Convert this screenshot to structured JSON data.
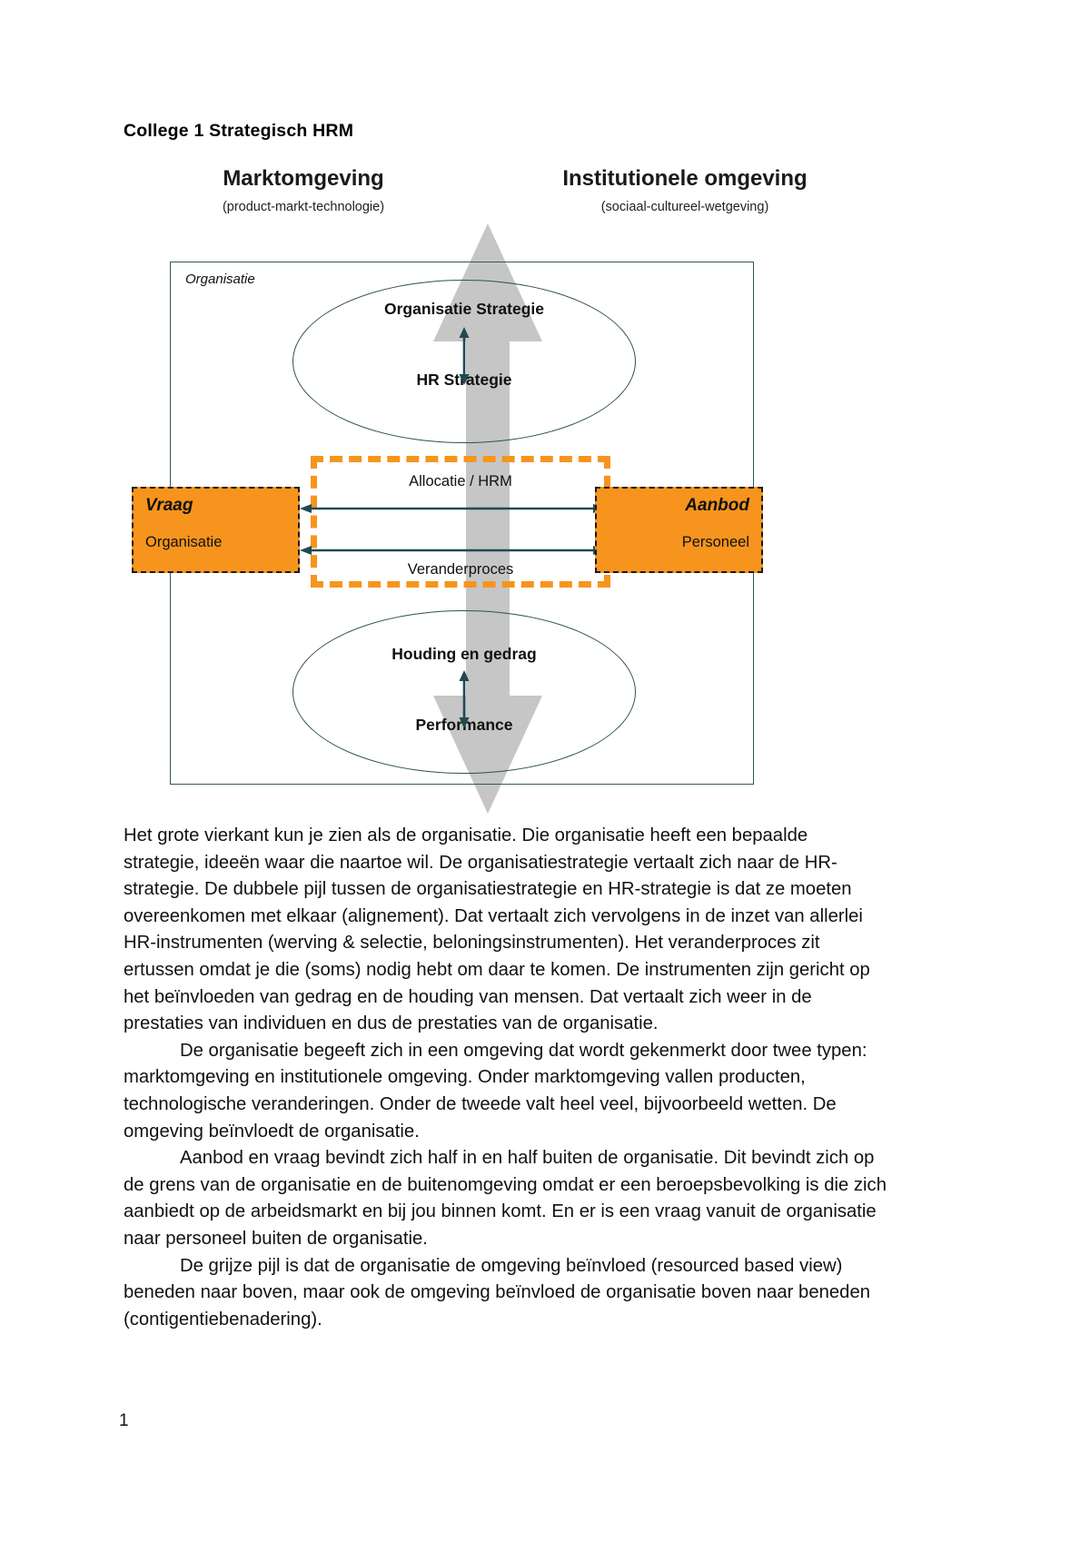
{
  "document": {
    "title": "College 1 Strategisch HRM",
    "page_number": "1"
  },
  "diagram": {
    "environments": {
      "market": {
        "title": "Marktomgeving",
        "subtitle": "(product-markt-technologie)"
      },
      "institutional": {
        "title": "Institutionele omgeving",
        "subtitle": "(sociaal-cultureel-wetgeving)"
      }
    },
    "organisation_box_label": "Organisatie",
    "top_ellipse": {
      "upper_node": "Organisatie Strategie",
      "lower_node": "HR Strategie"
    },
    "bottom_ellipse": {
      "upper_node": "Houding en gedrag",
      "lower_node": "Performance"
    },
    "middle": {
      "allocatie_label": "Allocatie / HRM",
      "veranderproces_label": "Veranderproces",
      "left_box": {
        "line1": "Vraag",
        "line2": "Organisatie"
      },
      "right_box": {
        "line1": "Aanbod",
        "line2": "Personeel"
      }
    },
    "colors": {
      "orange": "#f7941e",
      "teal": "#2f5258",
      "grey_arrow": "#c6c6c6",
      "box_border": "#35565c"
    }
  },
  "body": {
    "paragraphs": [
      "Het grote vierkant kun je zien als de organisatie. Die organisatie heeft een bepaalde strategie, ideeën waar die naartoe wil. De organisatiestrategie vertaalt zich naar de HR-strategie. De dubbele pijl tussen de organisatiestrategie en HR-strategie is dat ze moeten overeenkomen met elkaar (alignement). Dat vertaalt zich vervolgens in de inzet van allerlei HR-instrumenten (werving & selectie, beloningsinstrumenten). Het veranderproces zit ertussen omdat je die (soms) nodig hebt om daar te komen. De instrumenten zijn gericht op het beïnvloeden van gedrag en de houding van mensen. Dat vertaalt zich weer in de prestaties van individuen en dus de prestaties van de organisatie.",
      "De organisatie begeeft zich in een omgeving dat wordt gekenmerkt door twee typen: marktomgeving en institutionele omgeving. Onder marktomgeving vallen producten, technologische veranderingen. Onder de tweede valt heel veel, bijvoorbeeld wetten. De omgeving beïnvloedt de organisatie.",
      "Aanbod en vraag bevindt zich half in en half buiten de organisatie. Dit bevindt zich op de grens van de organisatie en de buitenomgeving omdat er een beroepsbevolking is die zich aanbiedt op de arbeidsmarkt en bij jou binnen komt. En er is een vraag vanuit de organisatie naar personeel buiten de organisatie.",
      "De grijze pijl is dat de organisatie de omgeving beïnvloed (resourced based view) beneden naar boven, maar ook de omgeving beïnvloed de organisatie boven naar beneden (contigentiebenadering)."
    ]
  }
}
